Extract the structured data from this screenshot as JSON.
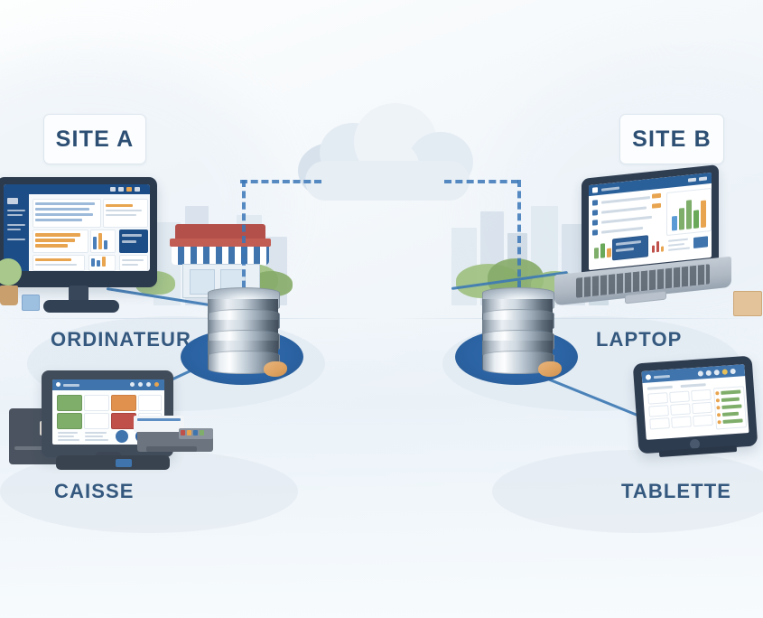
{
  "diagram": {
    "title_visible": false,
    "accent_color": "#3b77b8",
    "label_color": "#34587e",
    "badge_border_color": "#dde6ee",
    "database_pad_color": "#2b63a4"
  },
  "sites": [
    {
      "id": "site-a",
      "label": "SITE A"
    },
    {
      "id": "site-b",
      "label": "SITE B"
    }
  ],
  "devices": [
    {
      "id": "ordinateur",
      "label": "ORDINATEUR",
      "site": "site-a"
    },
    {
      "id": "caisse",
      "label": "CAISSE",
      "site": "site-a"
    },
    {
      "id": "laptop",
      "label": "LAPTOP",
      "site": "site-b"
    },
    {
      "id": "tablette",
      "label": "TABLETTE",
      "site": "site-b"
    }
  ],
  "cloud": {
    "name": "cloud-icon",
    "label": ""
  },
  "databases": [
    {
      "id": "db-site-a",
      "name": "database-icon-site-a"
    },
    {
      "id": "db-site-b",
      "name": "database-icon-site-b"
    }
  ],
  "links": {
    "dashed": [
      {
        "from": "db-site-a",
        "to": "cloud"
      },
      {
        "from": "db-site-b",
        "to": "cloud"
      }
    ],
    "solid": [
      {
        "from": "ordinateur",
        "to": "db-site-a"
      },
      {
        "from": "caisse",
        "to": "db-site-a"
      },
      {
        "from": "laptop",
        "to": "db-site-b"
      },
      {
        "from": "tablette",
        "to": "db-site-b"
      }
    ]
  }
}
